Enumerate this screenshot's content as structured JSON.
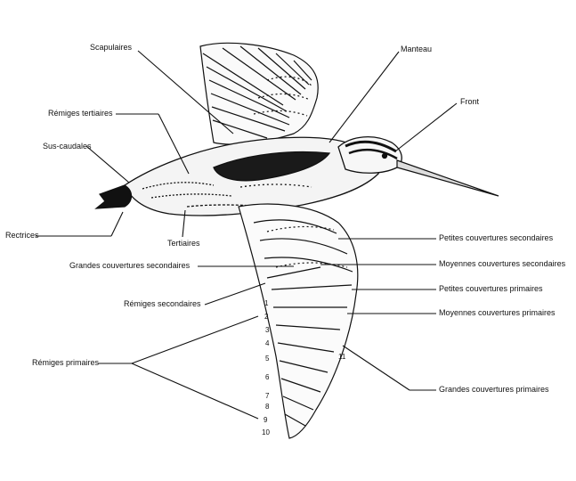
{
  "labels": {
    "scapulaires": "Scapulaires",
    "manteau": "Manteau",
    "front": "Front",
    "remiges_tertiaires": "Rémiges tertiaires",
    "sus_caudales": "Sus-caudales",
    "rectrices": "Rectrices",
    "tertiaires": "Tertiaires",
    "petites_couvertures_secondaires": "Petites couvertures secondaires",
    "grandes_couvertures_secondaires": "Grandes couvertures secondaires",
    "moyennes_couvertures_secondaires": "Moyennes couvertures secondaires",
    "petites_couvertures_primaires": "Petites couvertures primaires",
    "remiges_secondaires": "Rémiges secondaires",
    "moyennes_couvertures_primaires": "Moyennes couvertures primaires",
    "remiges_primaires": "Rémiges primaires",
    "grandes_couvertures_primaires": "Grandes couvertures primaires"
  },
  "feather_numbers": [
    "1",
    "2",
    "3",
    "4",
    "5",
    "6",
    "7",
    "8",
    "9",
    "10",
    "11"
  ]
}
